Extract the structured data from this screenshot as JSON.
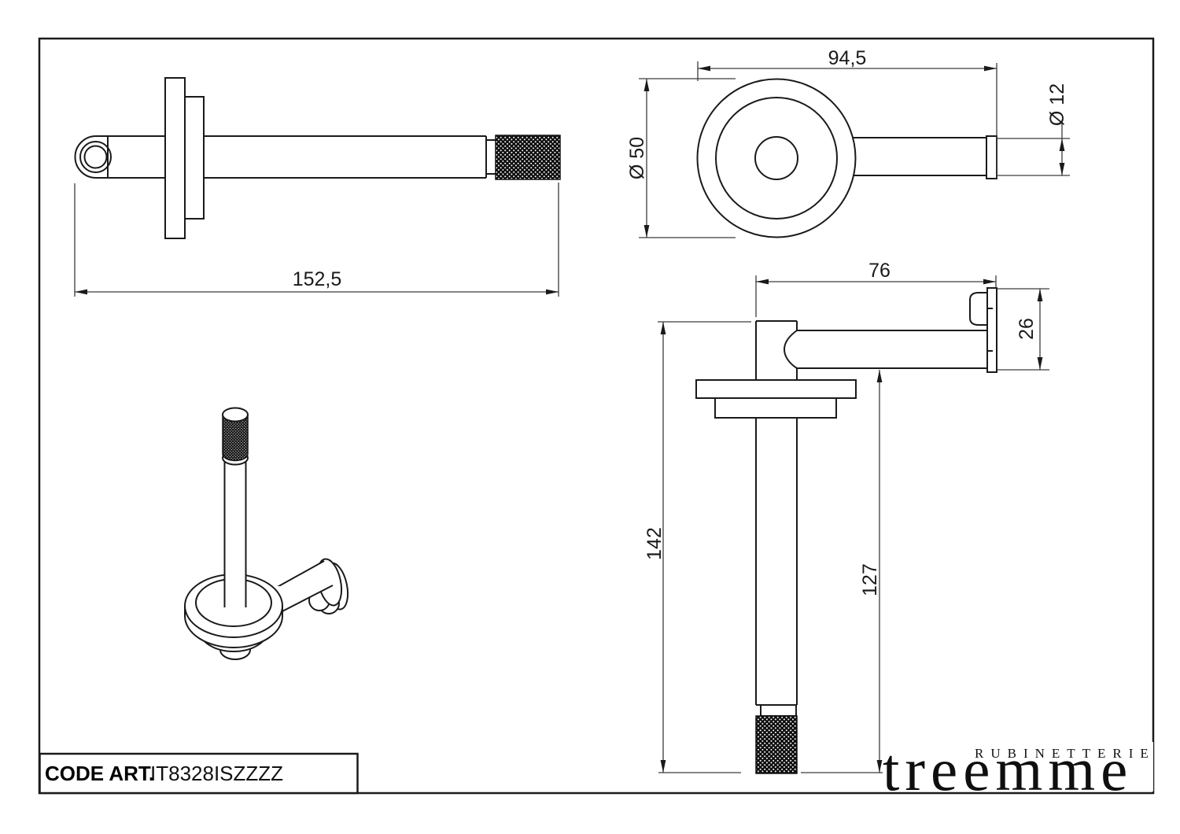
{
  "title_block": {
    "code_label": "CODE ART.",
    "code_value": "IT8328ISZZZZ"
  },
  "logo": {
    "tagline": "RUBINETTERIE",
    "brand": "treemme"
  },
  "dimensions": {
    "side_view_overall_length": "152,5",
    "front_view_depth": "94,5",
    "front_view_flange_diameter": "Ø 50",
    "front_view_tube_diameter": "Ø 12",
    "vertical_view_arm_length": "76",
    "vertical_view_wall_plate_height": "26",
    "vertical_view_total_height": "142",
    "vertical_view_clearance": "127"
  },
  "colors": {
    "line": "#1a1a1a",
    "dim_line": "#3c3c3c",
    "background": "#ffffff"
  }
}
